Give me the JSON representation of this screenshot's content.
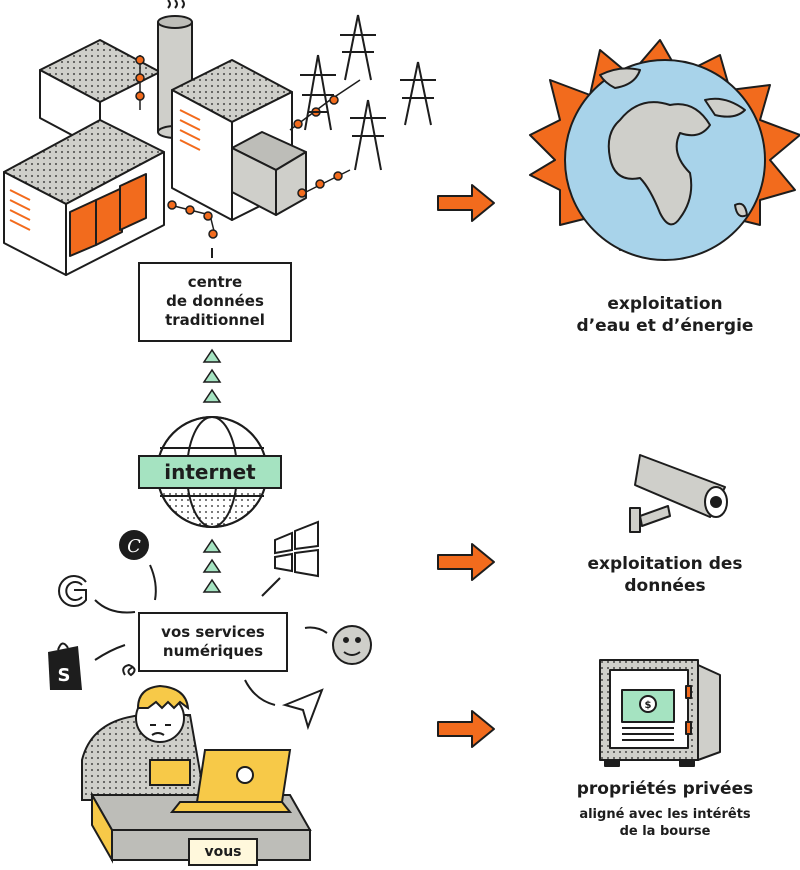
{
  "left": {
    "datacenter_label": [
      "centre",
      "de données",
      "traditionnel"
    ],
    "internet_label": "internet",
    "services_label": [
      "vos services",
      "numériques"
    ],
    "you_label": "vous"
  },
  "right": {
    "water_energy": [
      "exploitation",
      "d’eau et d’énergie"
    ],
    "data": [
      "exploitation des",
      "données"
    ],
    "private_title": "propriétés privées",
    "private_sub": [
      "aligné avec les intérêts",
      "de la bourse"
    ]
  },
  "icons": {
    "logo_c": "C",
    "laptop_logo": "apple-logo-icon"
  },
  "colors": {
    "orange": "#f26b1d",
    "green": "#a5e3c1",
    "ocean": "#a8d3ea",
    "land": "#cfcfca",
    "grey": "#cfcfca",
    "yellow": "#f7c948",
    "ink": "#1d1d1d"
  }
}
